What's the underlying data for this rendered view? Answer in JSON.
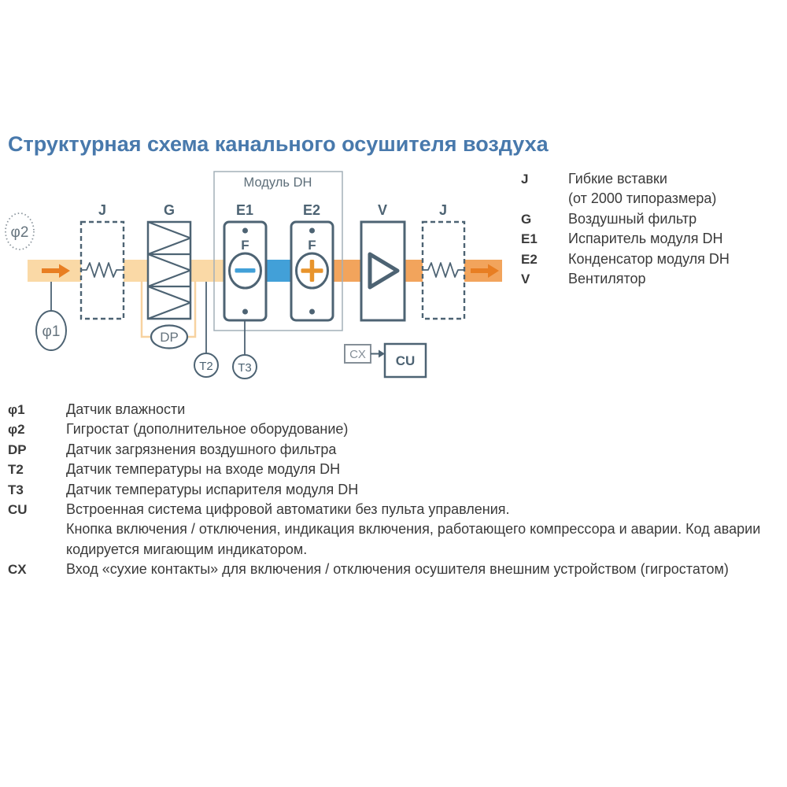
{
  "title": "Структурная схема канального осушителя воздуха",
  "colors": {
    "title_blue": "#4879AC",
    "slate": "#4D6373",
    "inlet_band_peach": "#FAD9A6",
    "cold_band_blue": "#42A0D8",
    "outlet_band_orange": "#F2A45C",
    "flow_arrow_orange": "#E87E22",
    "plus_orange": "#E8942C",
    "legend_text": "#3A3A3A",
    "module_box_gray": "#A3B0B9"
  },
  "diagram": {
    "module_box_label": "Модуль DH",
    "component_labels": {
      "j1": "J",
      "g": "G",
      "e1": "E1",
      "e2": "E2",
      "v": "V",
      "j2": "J"
    },
    "f1": "F",
    "f2": "F",
    "sensors": {
      "phi1": "φ1",
      "phi2": "φ2",
      "dp": "DP",
      "t2": "T2",
      "t3": "T3"
    },
    "cx": "CX",
    "cu": "CU"
  },
  "right_legend": {
    "items": [
      {
        "key": "J",
        "lines": [
          "Гибкие вставки",
          "(от 2000 типоразмера)"
        ]
      },
      {
        "key": "G",
        "lines": [
          "Воздушный фильтр"
        ]
      },
      {
        "key": "E1",
        "lines": [
          "Испаритель модуля DH"
        ]
      },
      {
        "key": "E2",
        "lines": [
          "Конденсатор модуля DH"
        ]
      },
      {
        "key": "V",
        "lines": [
          "Вентилятор"
        ]
      }
    ]
  },
  "bottom_legend": {
    "items": [
      {
        "key": "φ1",
        "lines": [
          "Датчик влажности"
        ]
      },
      {
        "key": "φ2",
        "lines": [
          "Гигростат (дополнительное оборудование)"
        ]
      },
      {
        "key": "DP",
        "lines": [
          "Датчик загрязнения воздушного фильтра"
        ]
      },
      {
        "key": "T2",
        "lines": [
          "Датчик температуры на входе модуля DH"
        ]
      },
      {
        "key": "T3",
        "lines": [
          "Датчик температуры испарителя модуля DH"
        ]
      },
      {
        "key": "CU",
        "lines": [
          "Встроенная система цифровой автоматики без пульта управления.",
          "Кнопка включения / отключения, индикация включения, работающего компрессора и аварии. Код аварии",
          "кодируется мигающим индикатором."
        ]
      },
      {
        "key": "CX",
        "lines": [
          "Вход «сухие контакты» для включения / отключения осушителя внешним устройством (гигростатом)"
        ]
      }
    ]
  }
}
